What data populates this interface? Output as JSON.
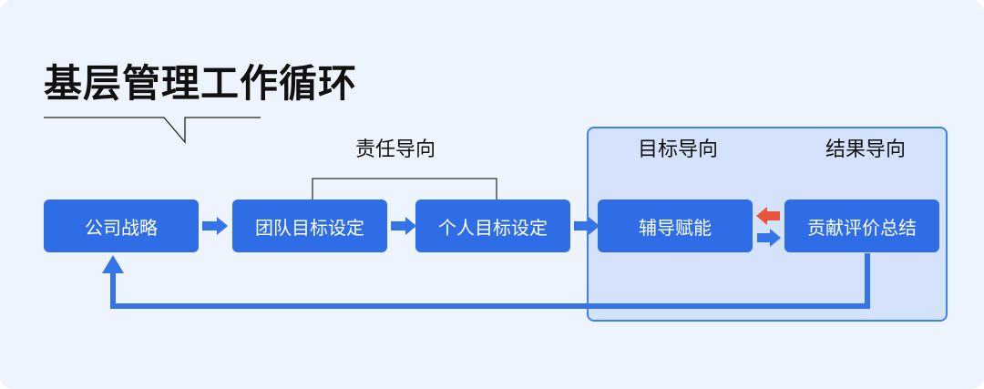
{
  "title": "基层管理工作循环",
  "labels": {
    "responsibility": "责任导向",
    "goal": "目标导向",
    "result": "结果导向"
  },
  "steps": [
    {
      "label": "公司战略"
    },
    {
      "label": "团队目标设定"
    },
    {
      "label": "个人目标设定"
    },
    {
      "label": "辅导赋能"
    },
    {
      "label": "贡献评价总结"
    }
  ],
  "colors": {
    "background": "#eef4fd",
    "box": "#2e6de6",
    "arrow": "#3574e8",
    "feedback_arrow": "#e8553a",
    "highlight_fill": "#d4e3fb",
    "highlight_border": "#3f82ee"
  }
}
